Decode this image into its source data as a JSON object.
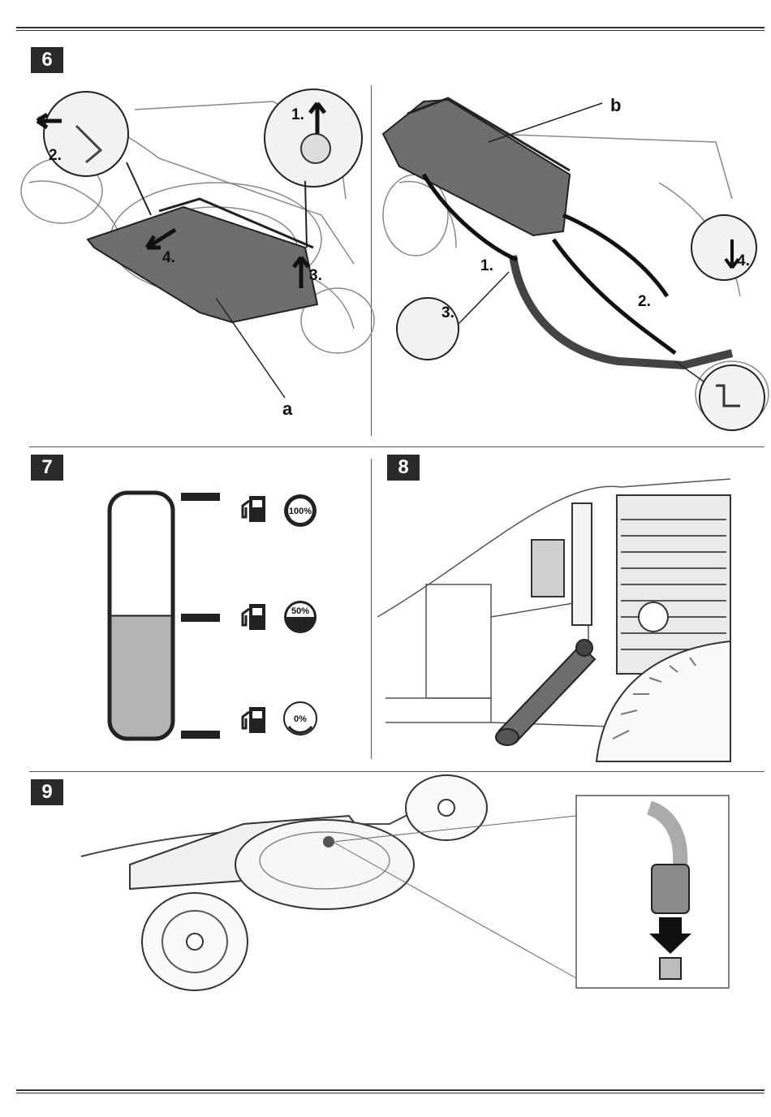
{
  "figures": [
    {
      "number": "6",
      "labels": {
        "part_a": "a",
        "part_b": "b"
      },
      "left_steps": [
        "1.",
        "2.",
        "3.",
        "4."
      ],
      "right_steps": [
        "1.",
        "2.",
        "3.",
        "4."
      ]
    },
    {
      "number": "7",
      "fuel_levels": [
        {
          "value": "100%",
          "fill_fraction": 1.0
        },
        {
          "value": "50%",
          "fill_fraction": 0.5
        },
        {
          "value": "0%",
          "fill_fraction": 0.0
        }
      ],
      "tank_fill_fraction": 0.5
    },
    {
      "number": "8"
    },
    {
      "number": "9"
    }
  ],
  "icons": [
    "fuel-pump-icon",
    "arrow-icon"
  ],
  "colors": {
    "badge_bg": "#2a2a2a",
    "dark_part": "#6e6e6e",
    "fuel_fill": "#b4b4b4"
  }
}
